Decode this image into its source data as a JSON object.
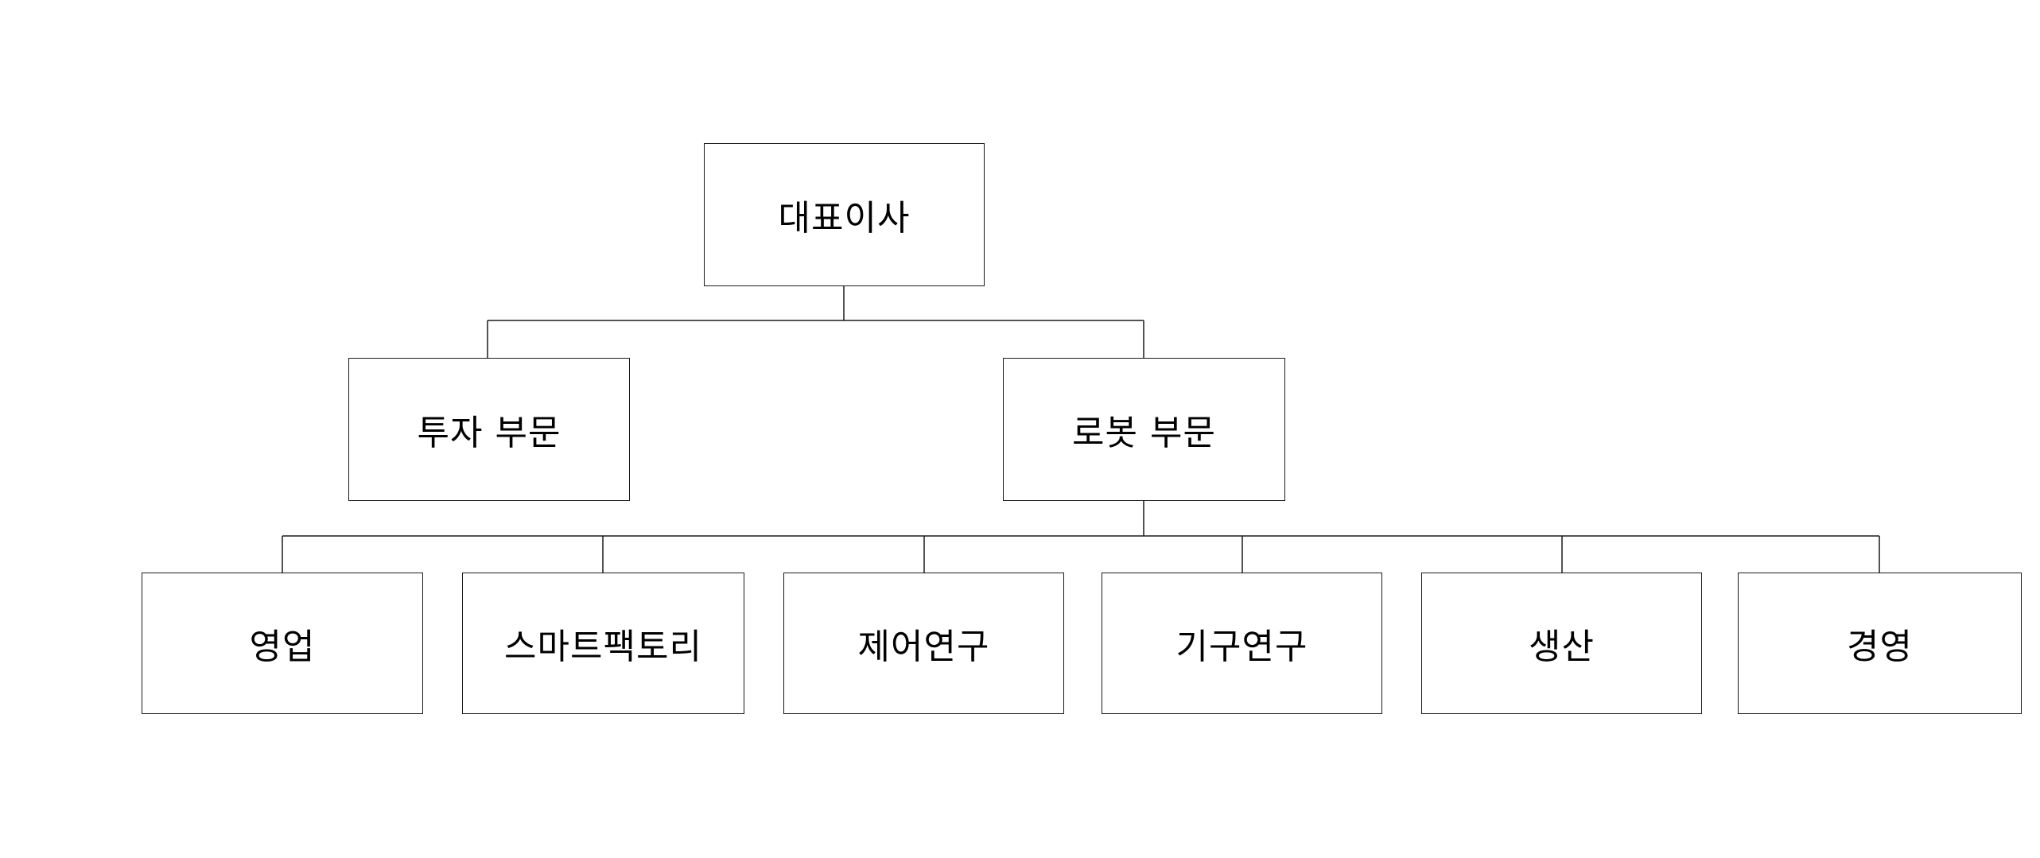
{
  "diagram": {
    "type": "org-chart",
    "background_color": "#ffffff",
    "box_fill_color": "#ffffff",
    "box_border_color": "#1a1a1a",
    "line_color": "#1a1a1a",
    "text_color": "#000000"
  },
  "nodes": {
    "ceo": {
      "label": "대표이사",
      "level": 1,
      "parent": null
    },
    "invest": {
      "label": "투자 부문",
      "level": 2,
      "parent": "ceo"
    },
    "robot": {
      "label": "로봇 부문",
      "level": 2,
      "parent": "ceo"
    },
    "sales": {
      "label": "영업",
      "level": 3,
      "parent": "robot"
    },
    "smartfactory": {
      "label": "스마트팩토리",
      "level": 3,
      "parent": "robot"
    },
    "control": {
      "label": "제어연구",
      "level": 3,
      "parent": "robot"
    },
    "mechanism": {
      "label": "기구연구",
      "level": 3,
      "parent": "robot"
    },
    "production": {
      "label": "생산",
      "level": 3,
      "parent": "robot"
    },
    "management": {
      "label": "경영",
      "level": 3,
      "parent": "robot"
    }
  }
}
